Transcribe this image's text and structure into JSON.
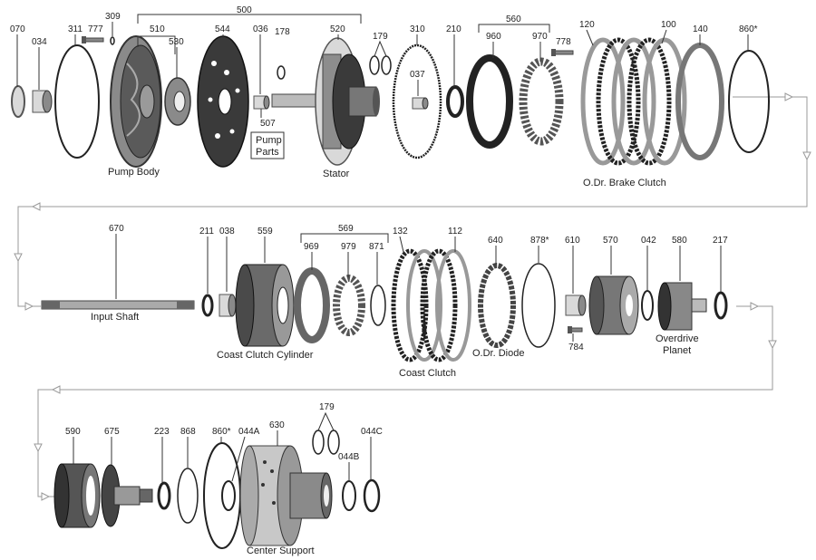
{
  "captions": {
    "pump_body": "Pump Body",
    "pump_parts_1": "Pump",
    "pump_parts_2": "Parts",
    "stator": "Stator",
    "odr_brake_clutch": "O.Dr. Brake Clutch",
    "input_shaft": "Input Shaft",
    "coast_clutch_cylinder": "Coast Clutch Cylinder",
    "coast_clutch": "Coast Clutch",
    "odr_diode": "O.Dr. Diode",
    "overdrive_planet_1": "Overdrive",
    "overdrive_planet_2": "Planet",
    "center_support": "Center Support"
  },
  "part_numbers": {
    "n070": "070",
    "n034": "034",
    "n311": "311",
    "n777": "777",
    "n309": "309",
    "n510": "510",
    "n530": "530",
    "n500": "500",
    "n544": "544",
    "n036": "036",
    "n178": "178",
    "n507": "507",
    "n520": "520",
    "n179a": "179",
    "n310": "310",
    "n037": "037",
    "n210": "210",
    "n560": "560",
    "n960": "960",
    "n970": "970",
    "n778": "778",
    "n120": "120",
    "n100": "100",
    "n140": "140",
    "n860a": "860*",
    "n670": "670",
    "n211": "211",
    "n038": "038",
    "n559": "559",
    "n569": "569",
    "n969": "969",
    "n979": "979",
    "n871": "871",
    "n132": "132",
    "n112": "112",
    "n640": "640",
    "n878": "878*",
    "n610": "610",
    "n784": "784",
    "n570": "570",
    "n042": "042",
    "n580": "580",
    "n217": "217",
    "n590": "590",
    "n675": "675",
    "n223": "223",
    "n868": "868",
    "n860b": "860*",
    "n044a": "044A",
    "n630": "630",
    "n179b": "179",
    "n044b": "044B",
    "n044c": "044C"
  }
}
